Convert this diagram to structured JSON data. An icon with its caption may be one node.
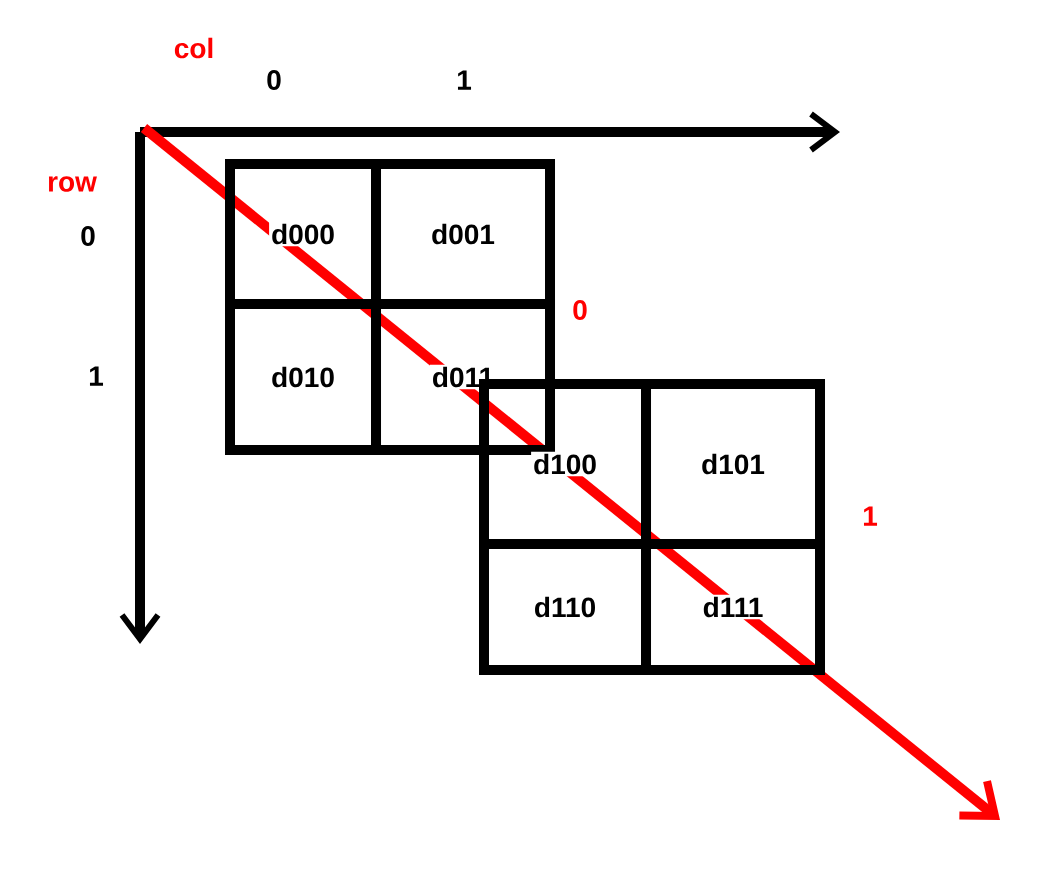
{
  "diagram": {
    "nodes": [
      {
        "text": [
          "d000"
        ]
      },
      {
        "text": [
          "d001"
        ]
      },
      {
        "text": [
          "d010"
        ]
      },
      {
        "text": [
          "d011"
        ]
      },
      {
        "text": [
          "d100"
        ]
      },
      {
        "text": [
          "d101"
        ]
      },
      {
        "text": [
          "d110"
        ]
      },
      {
        "text": [
          "d111"
        ]
      }
    ],
    "edges": [],
    "labels": [
      "col",
      "0",
      "1",
      "row",
      "0",
      "1",
      "0",
      "1"
    ]
  }
}
